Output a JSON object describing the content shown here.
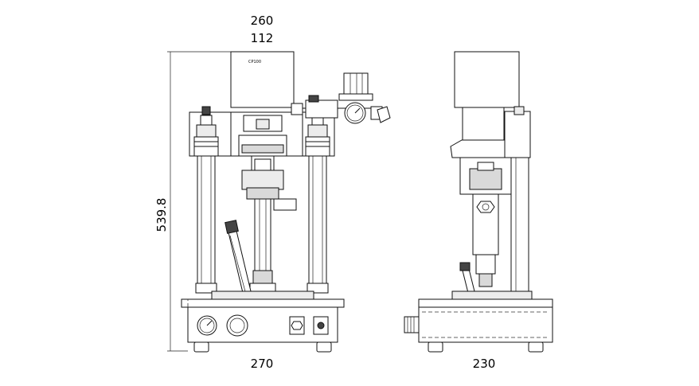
{
  "dimensions": {
    "front_width_top": "260",
    "front_top_width_inner": "112",
    "front_height": "539.8",
    "front_base_width": "270",
    "side_base_width": "230"
  },
  "labels": {
    "model": "CP100"
  },
  "colors": {
    "line": "#111111",
    "fill_light": "#ececec",
    "fill_gray": "#d9d9d9",
    "background": "#ffffff"
  }
}
